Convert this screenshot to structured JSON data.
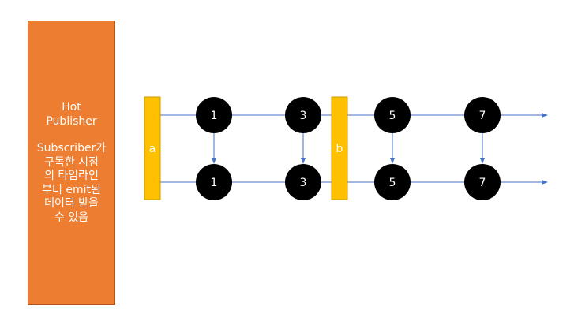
{
  "publisher": {
    "lines": [
      "Hot",
      "Publisher",
      "",
      "Subscriber가",
      "구독한 시점",
      "의 타임라인",
      "부터 emit된",
      "데이터 받을",
      "수 있음"
    ]
  },
  "subscribers": [
    {
      "label": "a"
    },
    {
      "label": "b"
    }
  ],
  "events": [
    "1",
    "3",
    "5",
    "7"
  ],
  "colors": {
    "publisher_fill": "#ed7d31",
    "subscriber_fill": "#ffc000",
    "node_fill": "#000000",
    "arrow": "#4472c4"
  }
}
